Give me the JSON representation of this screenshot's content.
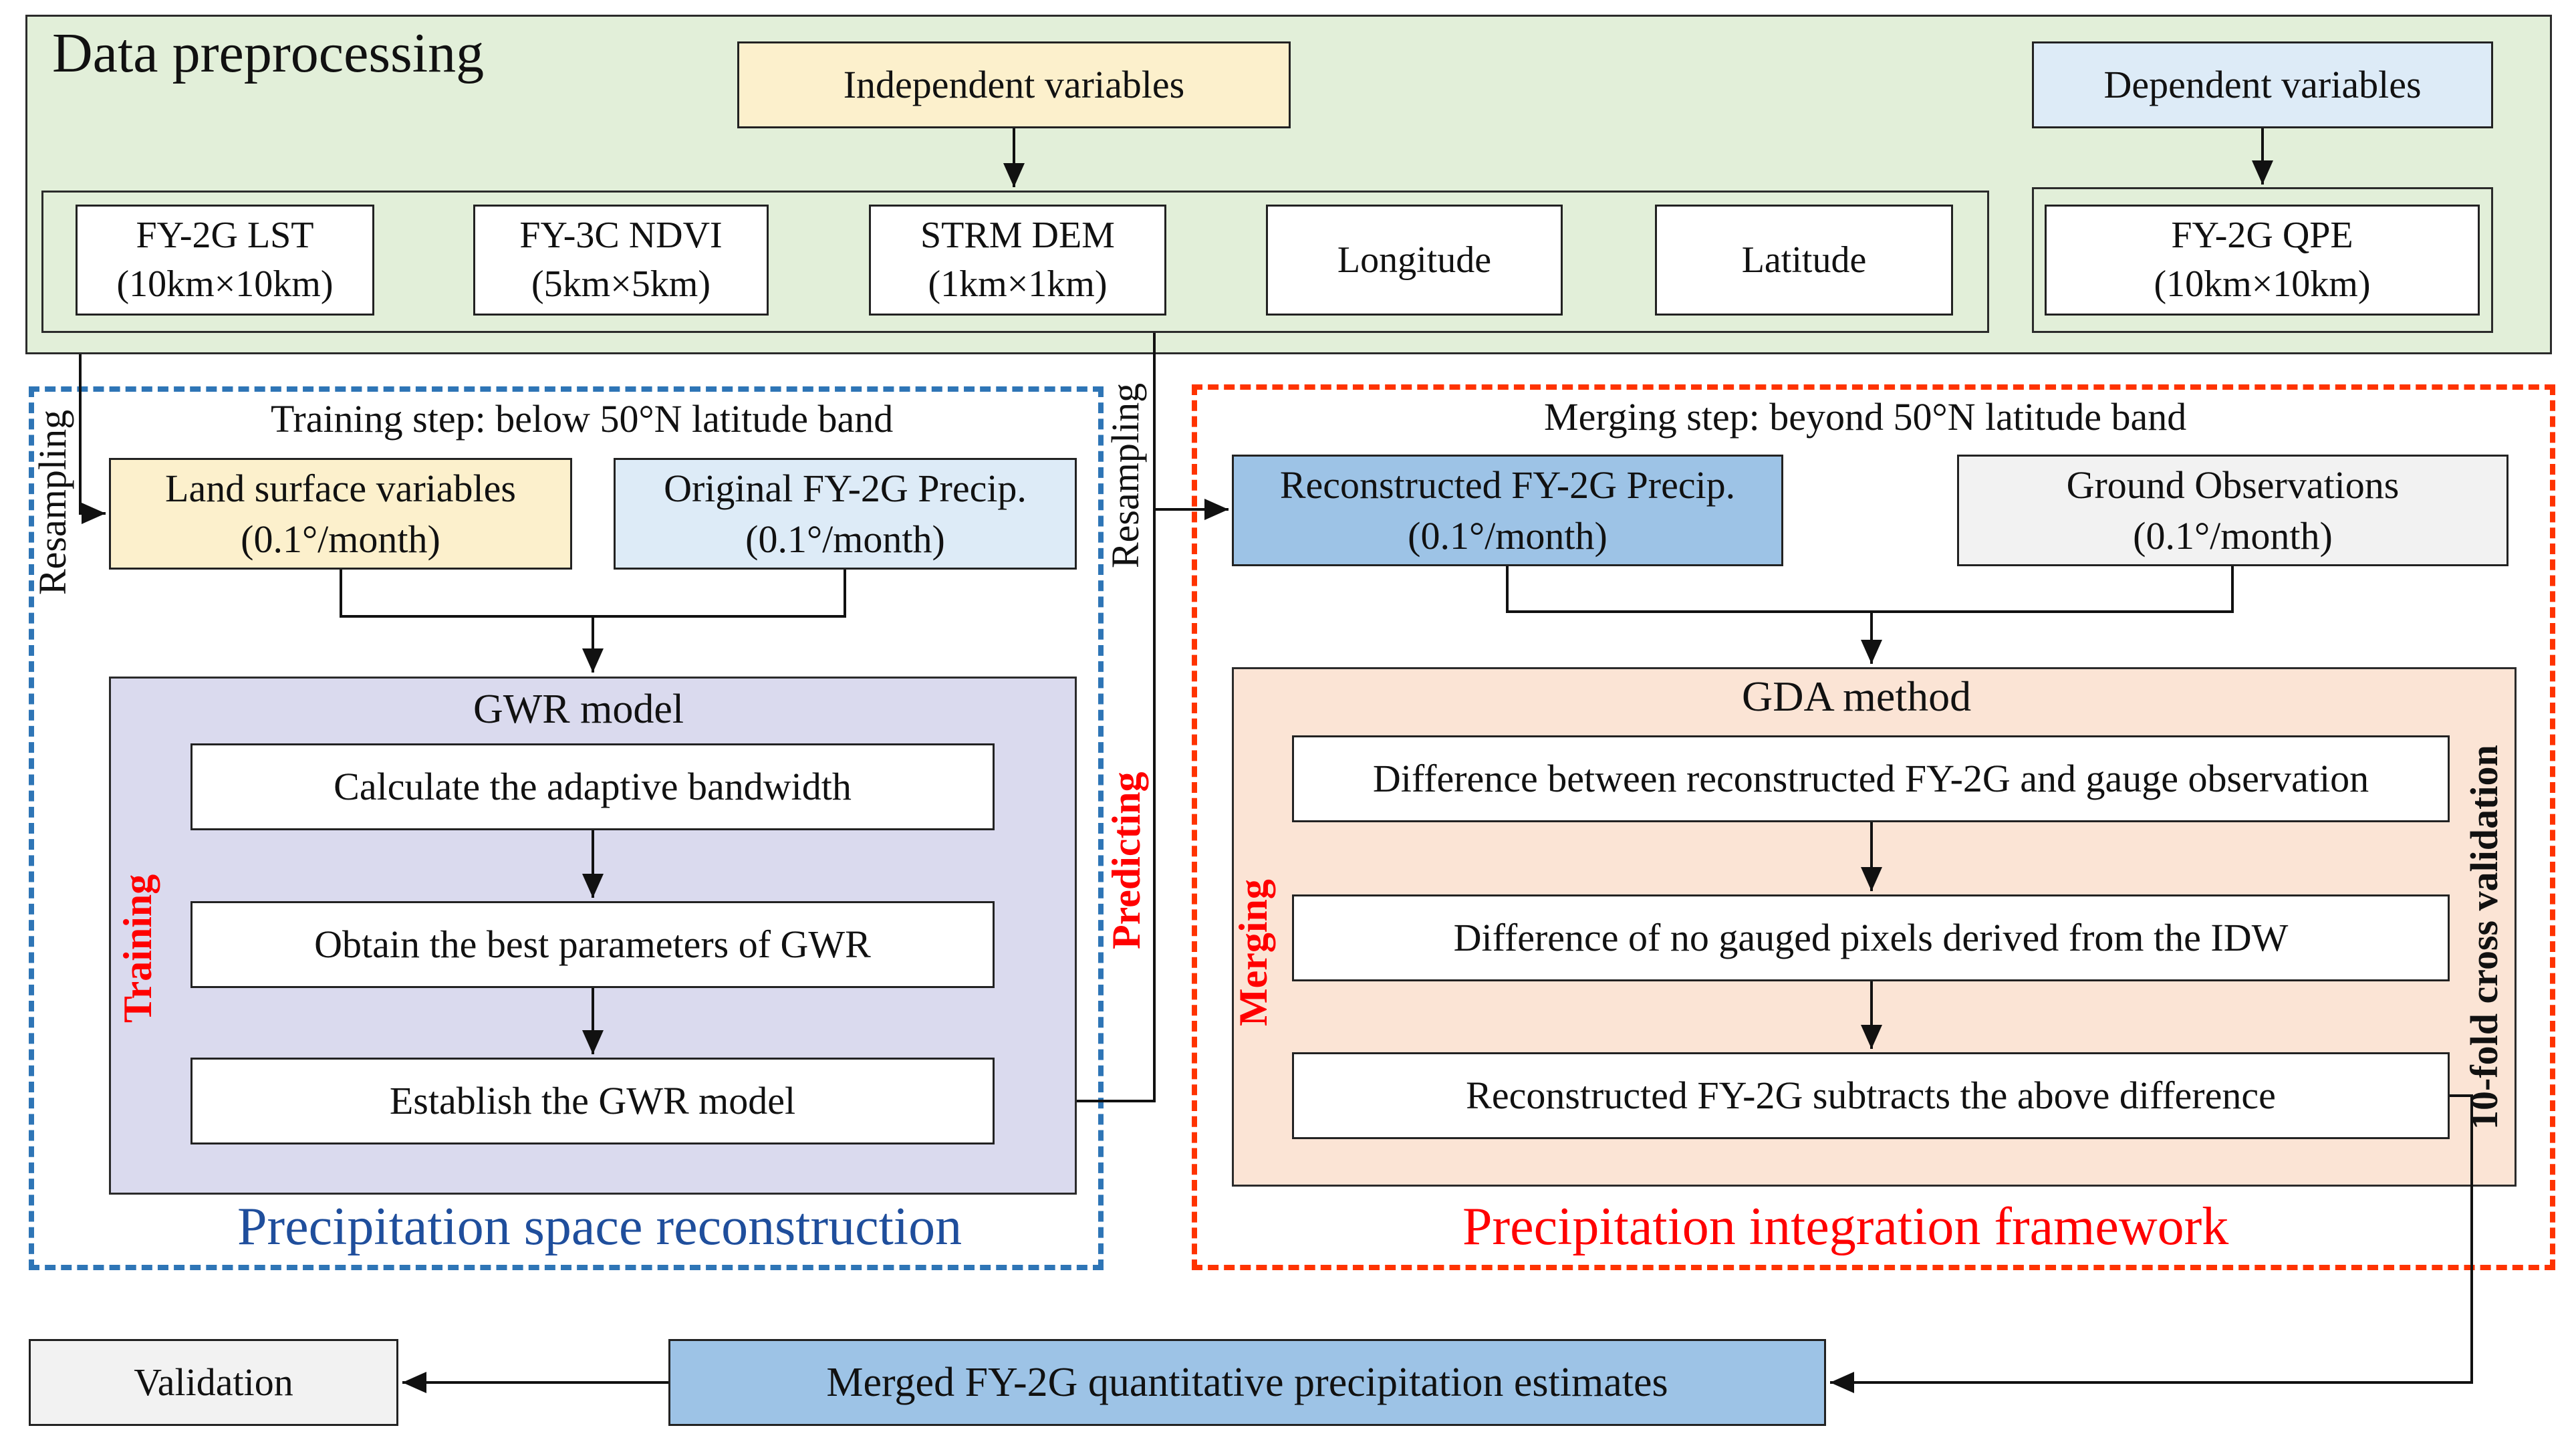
{
  "preprocessing": {
    "title": "Data preprocessing",
    "independent_label": "Independent variables",
    "dependent_label": "Dependent variables",
    "variables": [
      {
        "name": "FY-2G LST",
        "res": "(10km×10km)"
      },
      {
        "name": "FY-3C NDVI",
        "res": "(5km×5km)"
      },
      {
        "name": "STRM DEM",
        "res": "(1km×1km)"
      },
      {
        "name": "Longitude",
        "res": ""
      },
      {
        "name": "Latitude",
        "res": ""
      }
    ],
    "qpe": {
      "name": "FY-2G QPE",
      "res": "(10km×10km)"
    }
  },
  "reconstruction": {
    "title": "Precipitation space reconstruction",
    "step_label": "Training step: below 50°N latitude band",
    "land": {
      "name": "Land surface variables",
      "res": "(0.1°/month)"
    },
    "original": {
      "name": "Original FY-2G Precip.",
      "res": "(0.1°/month)"
    },
    "gwr_title": "GWR model",
    "steps": [
      "Calculate the adaptive bandwidth",
      "Obtain the best parameters of GWR",
      "Establish the GWR  model"
    ],
    "training_label": "Training"
  },
  "integration": {
    "title": "Precipitation integration framework",
    "step_label": "Merging step: beyond 50°N latitude band",
    "reconstructed": {
      "name": "Reconstructed FY-2G Precip.",
      "res": "(0.1°/month)"
    },
    "ground": {
      "name": "Ground Observations",
      "res": "(0.1°/month)"
    },
    "gda_title": "GDA method",
    "steps": [
      "Difference between reconstructed FY-2G and gauge observation",
      "Difference of no gauged pixels derived from the IDW",
      "Reconstructed FY-2G subtracts the above difference"
    ],
    "merging_label": "Merging",
    "cv_label": "10-fold cross validation"
  },
  "side_labels": {
    "resampling_left": "Resampling",
    "resampling_mid": "Resampling",
    "predicting": "Predicting"
  },
  "bottom": {
    "validation": "Validation",
    "merged": "Merged FY-2G quantitative precipitation estimates"
  },
  "colors": {
    "preprocessing_bg": "#e2efd9",
    "gwr_bg": "#dadaee",
    "gda_bg": "#fbe4d5",
    "reconstruction_border": "#2e75b6",
    "integration_border": "#ff3300",
    "reconstruction_title": "#1f4e9c",
    "integration_title": "#ff0000"
  }
}
